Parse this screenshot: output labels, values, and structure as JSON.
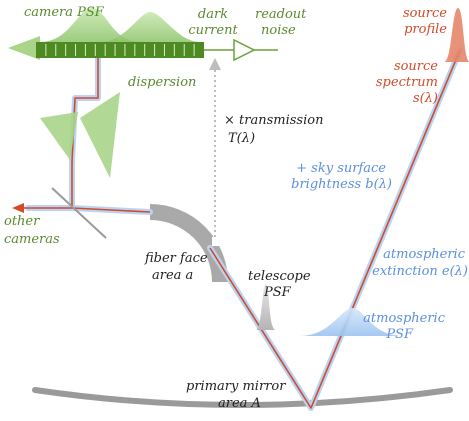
{
  "labels": {
    "camera_psf": "camera PSF",
    "dark_current_1": "dark",
    "dark_current_2": "current",
    "readout_noise_1": "readout",
    "readout_noise_2": "noise",
    "dispersion": "dispersion",
    "source_profile_1": "source",
    "source_profile_2": "profile",
    "source_spectrum_1": "source",
    "source_spectrum_2": "spectrum",
    "source_spectrum_3": "s(λ)",
    "transmission_1": "× transmission",
    "transmission_2": "T(λ)",
    "sky_1": "+ sky surface",
    "sky_2": "brightness b(λ)",
    "other_cameras_1": "other",
    "other_cameras_2": "cameras",
    "fiber_face_1": "fiber face",
    "fiber_face_2": "area a",
    "telescope_psf_1": "telescope",
    "telescope_psf_2": "PSF",
    "atm_ext_1": "atmospheric",
    "atm_ext_2": "extinction e(λ)",
    "atm_psf_1": "atmospheric",
    "atm_psf_2": "PSF",
    "primary_mirror_1": "primary mirror",
    "primary_mirror_2": "area A"
  },
  "colors": {
    "green_text": "#5a8a2f",
    "green_fill": "#a9d48a",
    "blue_text": "#5b8fe0",
    "blue_beam": "#a8c8ee",
    "red": "#d24a2a",
    "gray": "#9a9a9a",
    "detector": "#4e8a22"
  }
}
